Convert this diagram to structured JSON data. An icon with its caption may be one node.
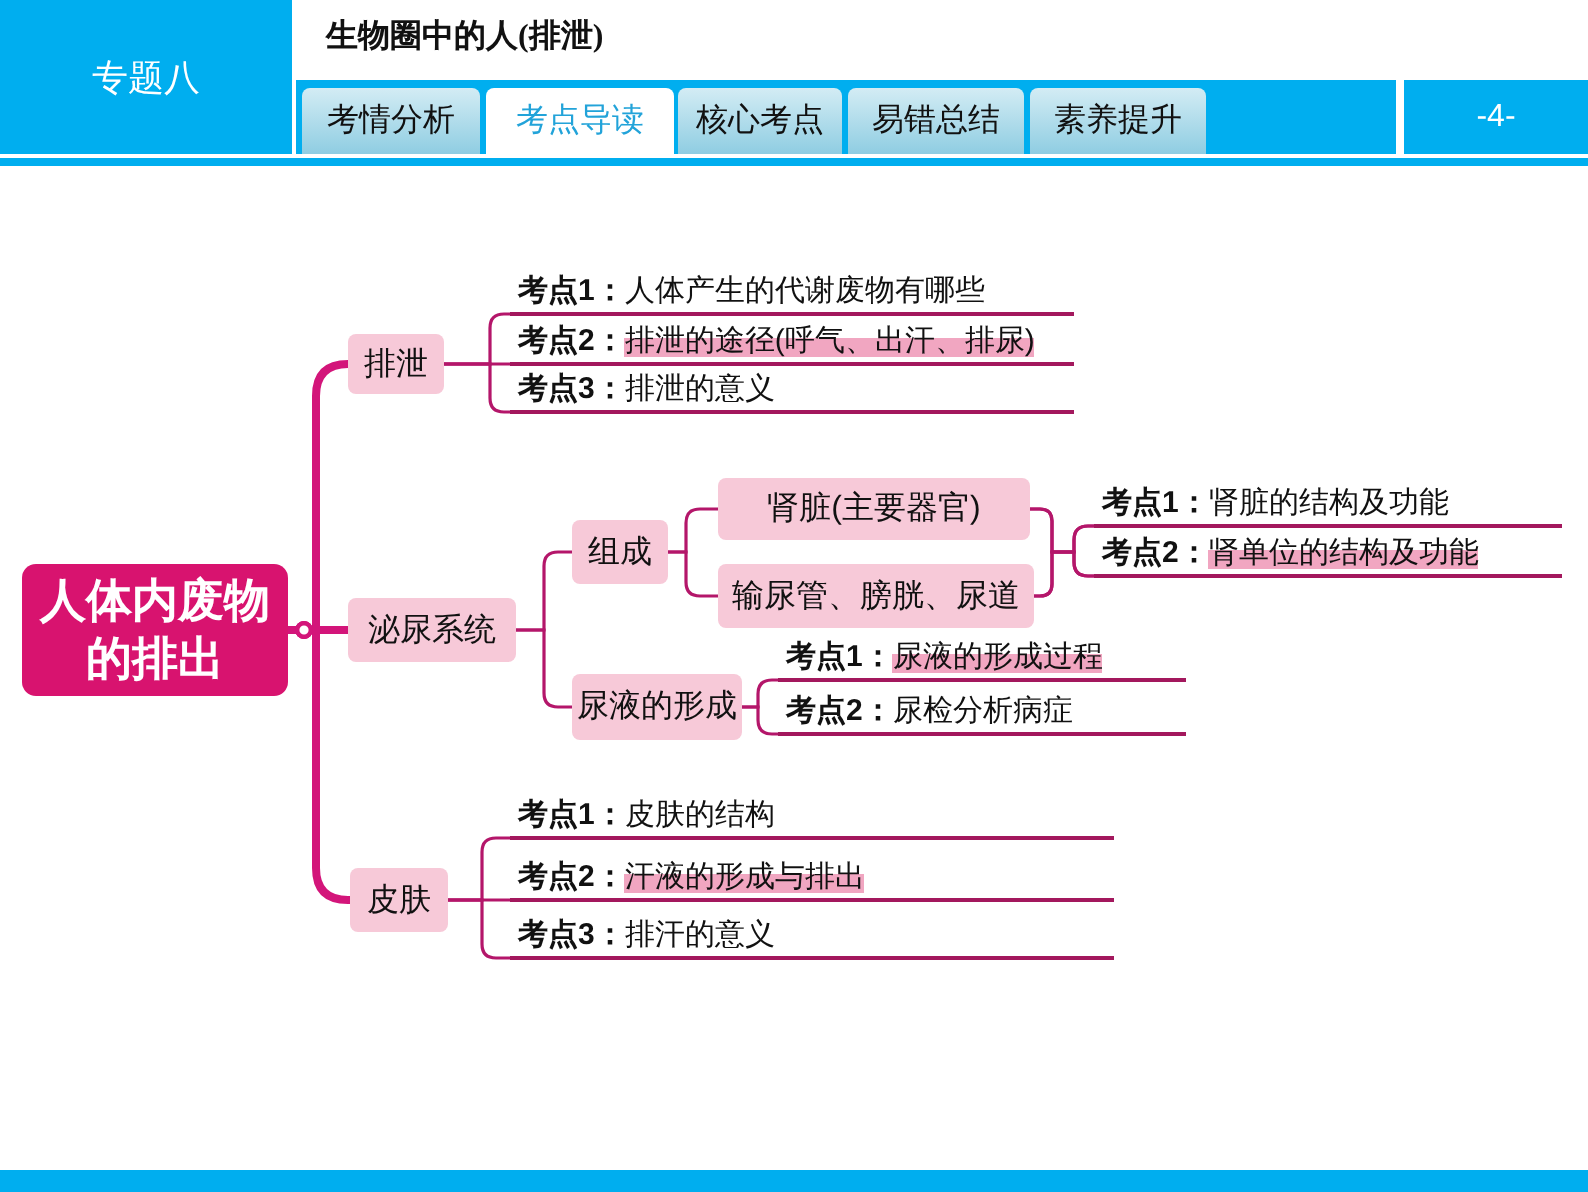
{
  "diagram": {
    "title": "生物圈中的人(排泄)",
    "nodes": [
      {
        "text": [
          "人体内废物的排出"
        ]
      },
      {
        "text": [
          "排泄"
        ]
      },
      {
        "text": [
          "**考点1：**人体产生的代谢废物有哪些"
        ]
      },
      {
        "text": [
          "**考点2：**排泄的途径(呼气、出汗、排尿)"
        ]
      },
      {
        "text": [
          "**考点3：**排泄的意义"
        ]
      },
      {
        "text": [
          "泌尿系统"
        ]
      },
      {
        "text": [
          "组成"
        ]
      },
      {
        "text": [
          "肾脏(主要器官)"
        ]
      },
      {
        "text": [
          "输尿管、膀胱、尿道"
        ]
      },
      {
        "text": [
          "**考点1：**肾脏的结构及功能"
        ]
      },
      {
        "text": [
          "**考点2：**肾单位的结构及功能"
        ]
      },
      {
        "text": [
          "尿液的形成"
        ]
      },
      {
        "text": [
          "**考点1：**尿液的形成过程"
        ]
      },
      {
        "text": [
          "**考点2：**尿检分析病症"
        ]
      },
      {
        "text": [
          "皮肤"
        ]
      },
      {
        "text": [
          "**考点1：**皮肤的结构"
        ]
      },
      {
        "text": [
          "**考点2：**汗液的形成与排出"
        ]
      },
      {
        "text": [
          "**考点3：**排汗的意义"
        ]
      }
    ],
    "edges": [
      {
        "from": 0,
        "to": 1,
        "arrow": "other",
        "style": "thick"
      },
      {
        "from": 0,
        "to": 5,
        "arrow": "other",
        "style": "thick"
      },
      {
        "from": 0,
        "to": 14,
        "arrow": "other",
        "style": "thick"
      },
      {
        "from": 1,
        "to": 2,
        "arrow": "none"
      },
      {
        "from": 1,
        "to": 3,
        "arrow": "none"
      },
      {
        "from": 1,
        "to": 4,
        "arrow": "none"
      },
      {
        "from": 5,
        "to": 6,
        "arrow": "none"
      },
      {
        "from": 5,
        "to": 11,
        "arrow": "none"
      },
      {
        "from": 6,
        "to": 7,
        "arrow": "none"
      },
      {
        "from": 6,
        "to": 8,
        "arrow": "none"
      },
      {
        "from": 7,
        "to": 9,
        "arrow": "none"
      },
      {
        "from": 7,
        "to": 10,
        "arrow": "none"
      },
      {
        "from": 8,
        "to": 9,
        "arrow": "none"
      },
      {
        "from": 8,
        "to": 10,
        "arrow": "none"
      },
      {
        "from": 11,
        "to": 12,
        "arrow": "none"
      },
      {
        "from": 11,
        "to": 13,
        "arrow": "none"
      },
      {
        "from": 14,
        "to": 15,
        "arrow": "none"
      },
      {
        "from": 14,
        "to": 16,
        "arrow": "none"
      },
      {
        "from": 14,
        "to": 17,
        "arrow": "none"
      }
    ],
    "labels": [
      "专题八",
      "考情分析",
      "考点导读",
      "核心考点",
      "易错总结",
      "素养提升",
      "-4-"
    ]
  }
}
